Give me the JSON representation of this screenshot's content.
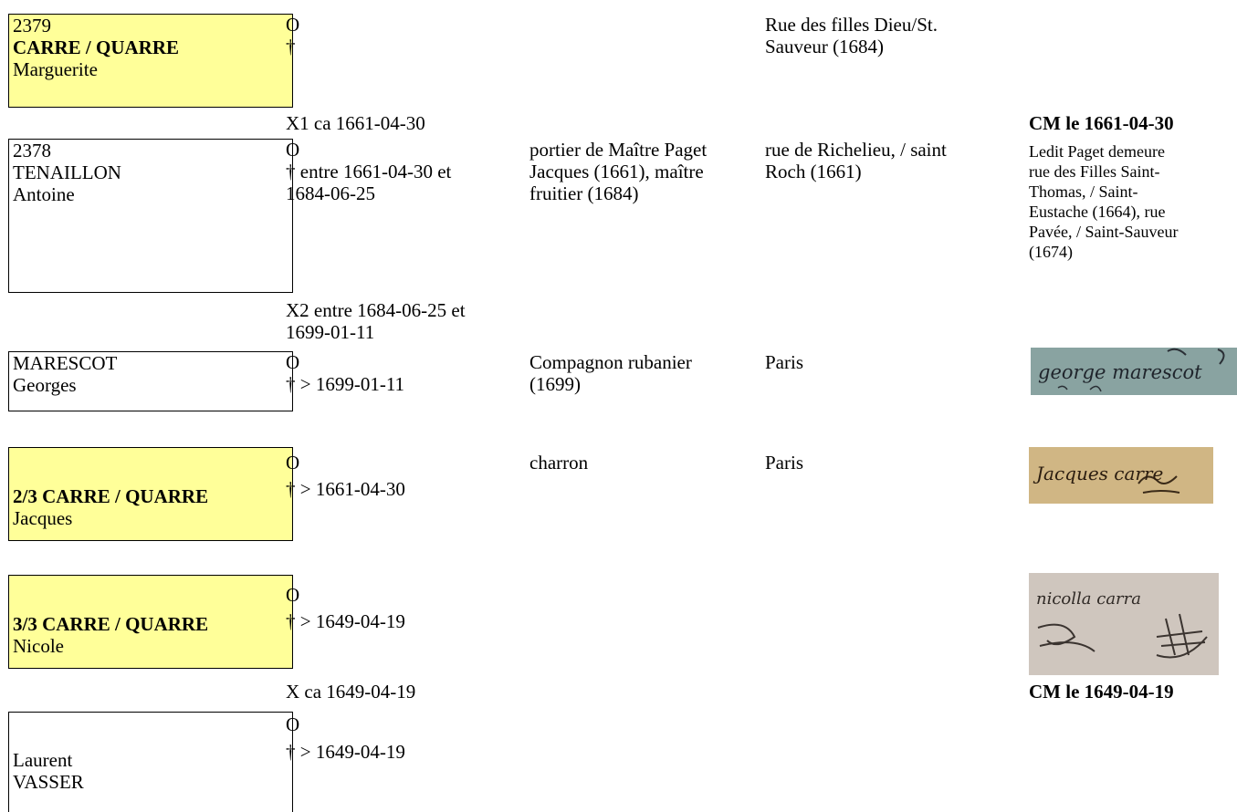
{
  "colors": {
    "highlight": "#ffff99",
    "border": "#000000"
  },
  "rows": {
    "r1": {
      "id": "2379",
      "surname": "CARRE / QUARRE",
      "firstname": "Marguerite",
      "birth": "O",
      "death": "†",
      "place": [
        "Rue des filles Dieu/St.",
        "Sauveur (1684)"
      ]
    },
    "m1": {
      "label": "X1 ca 1661-04-30",
      "contract": "CM le 1661-04-30"
    },
    "r2": {
      "id": "2378",
      "surname": "TENAILLON",
      "firstname": "Antoine",
      "birth": "O",
      "death": [
        "† entre 1661-04-30 et",
        "1684-06-25"
      ],
      "occupation": [
        "portier de Maître Paget",
        "Jacques (1661), maître",
        "fruitier (1684)"
      ],
      "place": [
        "rue de Richelieu, / saint",
        "Roch (1661)"
      ],
      "note": [
        "Ledit Paget demeure",
        "rue des Filles Saint-",
        "Thomas, / Saint-",
        "Eustache (1664), rue",
        "Pavée, / Saint-Sauveur",
        "(1674)"
      ]
    },
    "m2": {
      "label": [
        "X2 entre 1684-06-25 et",
        "1699-01-11"
      ]
    },
    "r3": {
      "surname": "MARESCOT",
      "firstname": "Georges",
      "birth": "O",
      "death": "† > 1699-01-11",
      "occupation": [
        "Compagnon rubanier",
        "(1699)"
      ],
      "place": "Paris",
      "signature": "george marescot",
      "signature_icon": "signature-image"
    },
    "r4": {
      "rank": "2/3 CARRE / QUARRE",
      "firstname": "Jacques",
      "birth": "O",
      "death": "† > 1661-04-30",
      "occupation": "charron",
      "place": "Paris",
      "signature": "Jacques carre",
      "signature_icon": "signature-image"
    },
    "r5": {
      "rank": "3/3 CARRE / QUARRE",
      "firstname": "Nicole",
      "birth": "O",
      "death": "† > 1649-04-19",
      "signature": "nicolla carra",
      "signature_icon": "signature-image"
    },
    "m3": {
      "label": "X ca 1649-04-19",
      "contract": "CM le 1649-04-19"
    },
    "r6": {
      "firstname": "Laurent",
      "surname": "VASSER",
      "birth": "O",
      "death": "† > 1649-04-19"
    }
  }
}
